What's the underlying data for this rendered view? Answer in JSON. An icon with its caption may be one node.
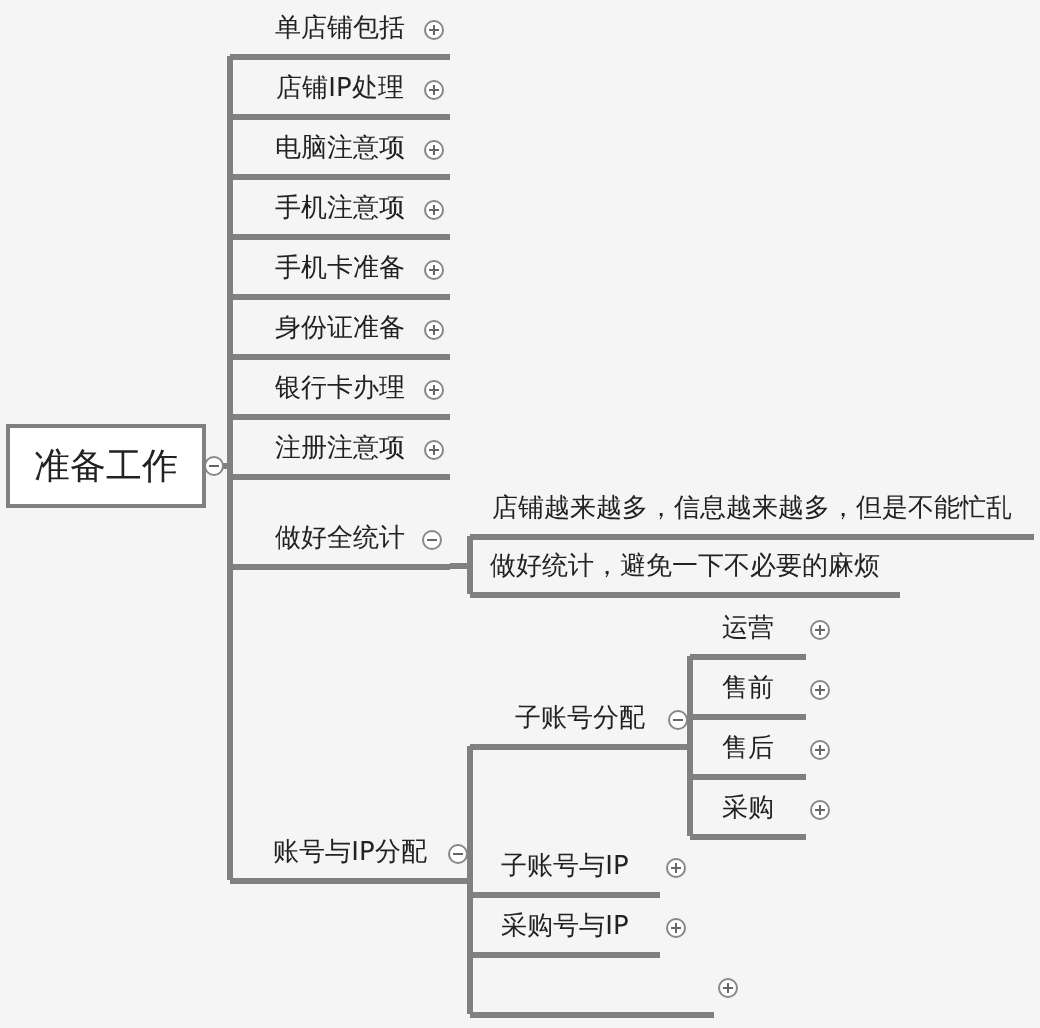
{
  "diagram": {
    "nodes": [
      {
        "text": [
          "准备工作"
        ]
      },
      {
        "text": [
          "单店铺包括"
        ]
      },
      {
        "text": [
          "店铺IP处理"
        ]
      },
      {
        "text": [
          "电脑注意项"
        ]
      },
      {
        "text": [
          "手机注意项"
        ]
      },
      {
        "text": [
          "手机卡准备"
        ]
      },
      {
        "text": [
          "身份证准备"
        ]
      },
      {
        "text": [
          "银行卡办理"
        ]
      },
      {
        "text": [
          "注册注意项"
        ]
      },
      {
        "text": [
          "做好全统计"
        ]
      },
      {
        "text": [
          "店铺越来越多，信息越来越多，但是不能忙乱"
        ]
      },
      {
        "text": [
          "做好统计，避免一下不必要的麻烦"
        ]
      },
      {
        "text": [
          "账号与IP分配"
        ]
      },
      {
        "text": [
          "子账号分配"
        ]
      },
      {
        "text": [
          "运营"
        ]
      },
      {
        "text": [
          "售前"
        ]
      },
      {
        "text": [
          "售后"
        ]
      },
      {
        "text": [
          "采购"
        ]
      },
      {
        "text": [
          "子账号与IP"
        ]
      },
      {
        "text": [
          "采购号与IP"
        ]
      },
      {
        "text": [],
        "shape": "bar"
      }
    ],
    "edges": [
      {
        "from": 0,
        "to": 1,
        "arrow": "none"
      },
      {
        "from": 0,
        "to": 2,
        "arrow": "none"
      },
      {
        "from": 0,
        "to": 3,
        "arrow": "none"
      },
      {
        "from": 0,
        "to": 4,
        "arrow": "none"
      },
      {
        "from": 0,
        "to": 5,
        "arrow": "none"
      },
      {
        "from": 0,
        "to": 6,
        "arrow": "none"
      },
      {
        "from": 0,
        "to": 7,
        "arrow": "none"
      },
      {
        "from": 0,
        "to": 8,
        "arrow": "none"
      },
      {
        "from": 0,
        "to": 9,
        "arrow": "none"
      },
      {
        "from": 0,
        "to": 12,
        "arrow": "none"
      },
      {
        "from": 9,
        "to": 10,
        "arrow": "none"
      },
      {
        "from": 9,
        "to": 11,
        "arrow": "none"
      },
      {
        "from": 12,
        "to": 13,
        "arrow": "none"
      },
      {
        "from": 12,
        "to": 18,
        "arrow": "none"
      },
      {
        "from": 12,
        "to": 19,
        "arrow": "none"
      },
      {
        "from": 12,
        "to": 20,
        "arrow": "none"
      },
      {
        "from": 13,
        "to": 14,
        "arrow": "none"
      },
      {
        "from": 13,
        "to": 15,
        "arrow": "none"
      },
      {
        "from": 13,
        "to": 16,
        "arrow": "none"
      },
      {
        "from": 13,
        "to": 17,
        "arrow": "none"
      }
    ]
  }
}
